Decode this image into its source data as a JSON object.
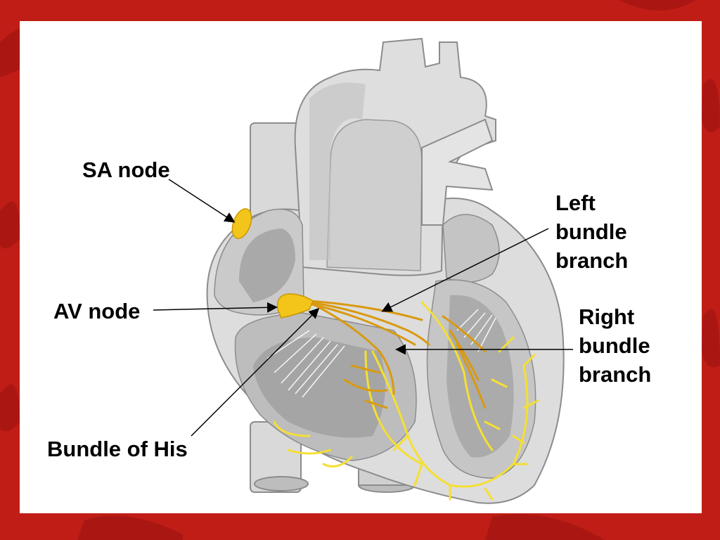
{
  "labels": {
    "sa_node": "SA node",
    "av_node": "AV node",
    "bundle_of_his": "Bundle of His",
    "left_bundle_branch": [
      "Left",
      "bundle",
      "branch"
    ],
    "right_bundle_branch": [
      "Right",
      "bundle",
      "branch"
    ]
  },
  "colors": {
    "background_frame": "#c01d17",
    "slide": "#ffffff",
    "heart_light": "#dcdcdc",
    "heart_dark": "#a9a9a9",
    "conduction_orange": "#d99a10",
    "purkinje_yellow": "#f5df32",
    "node_yellow": "#f3c51a"
  }
}
